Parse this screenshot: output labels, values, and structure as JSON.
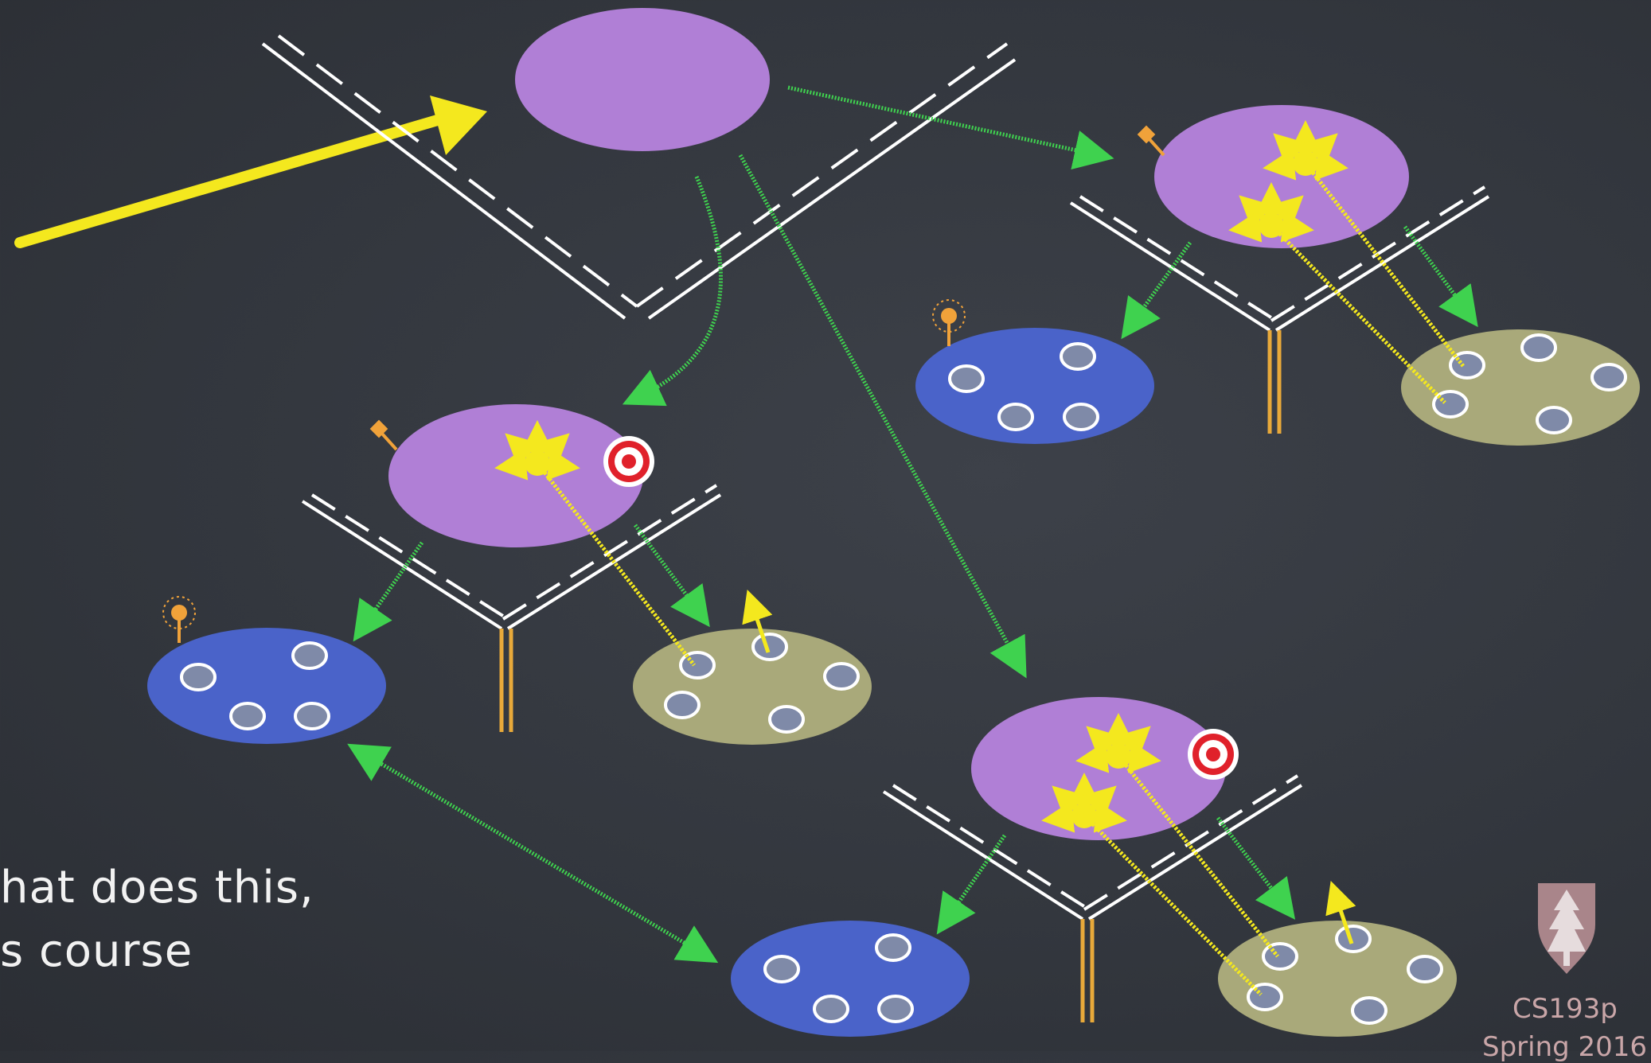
{
  "caption": {
    "line1": "hat does this,",
    "line2": "s course"
  },
  "footer": {
    "course": "CS193p",
    "term": "Spring 2016"
  },
  "logo_icon": "stanford-tree-icon",
  "colors": {
    "board": "#34383f",
    "vc": "#b07fd6",
    "model": "#4a63c9",
    "view": "#a9a97a",
    "arrow_green": "#3fd24f",
    "arrow_yellow": "#f4e81e",
    "chalk": "#ffffff",
    "orange": "#f0a23a",
    "target": "#e0212b"
  }
}
